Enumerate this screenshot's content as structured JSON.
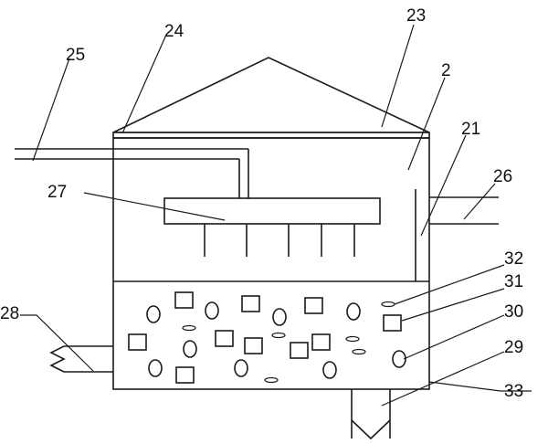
{
  "labels": {
    "l23": "23",
    "l24": "24",
    "l25": "25",
    "l2": "2",
    "l21": "21",
    "l26": "26",
    "l27": "27",
    "l32": "32",
    "l31": "31",
    "l28": "28",
    "l30": "30",
    "l29": "29",
    "l33": "33"
  }
}
